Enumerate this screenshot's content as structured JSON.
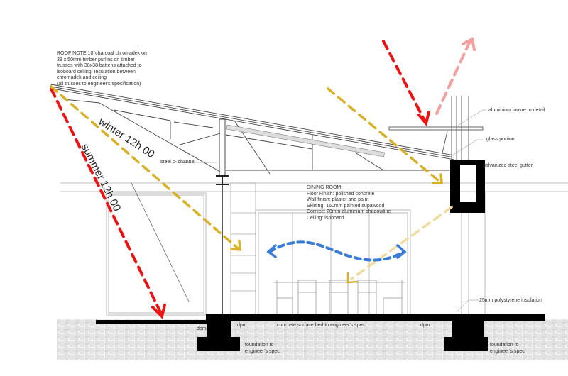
{
  "notes": {
    "roof_note": [
      "ROOF NOTE:10°charcoal chromadek on",
      "38 x 50mm timber purlins on  timber",
      "trusses with 38x38 battens attached to",
      "isoboard ceiling. Insulation between",
      "chromadek and ceiling",
      "(all trusses  to engineer's specification)"
    ],
    "dining_room": [
      "DINING ROOM:",
      "Floor Finish: polished concrete",
      "Wall finish: plaster and paint",
      "Skirting: 160mm painted supawood",
      "Cornice: 20mm aluminium shadowline",
      "Ceiling: isoboard"
    ]
  },
  "labels": {
    "louvre": "aluminium louvre to detail",
    "glass": "glass portion",
    "gutter": "galvanized steel gutter",
    "channel": "steel c- channel",
    "insulation": "25mm polystyrene insulation",
    "dpm_left": "dpm",
    "dpm_mid": "dpm",
    "dpm_right": "dpm",
    "slab": "concrete surface bed to engineer's spec.",
    "foundation_left": [
      "foundation to",
      "engineer's spec."
    ],
    "foundation_right": [
      "foundation to",
      "engineer's spec."
    ]
  },
  "sun": {
    "winter": "winter 12h 00",
    "summer": "summer 12h 00"
  },
  "colors": {
    "summer_sun": "#ee1111",
    "winter_sun": "#d8b12a",
    "reflected": "#f4a0a0",
    "diffuse": "#efdca0",
    "ventilation": "#3a7bd5",
    "structure": "#000000"
  }
}
